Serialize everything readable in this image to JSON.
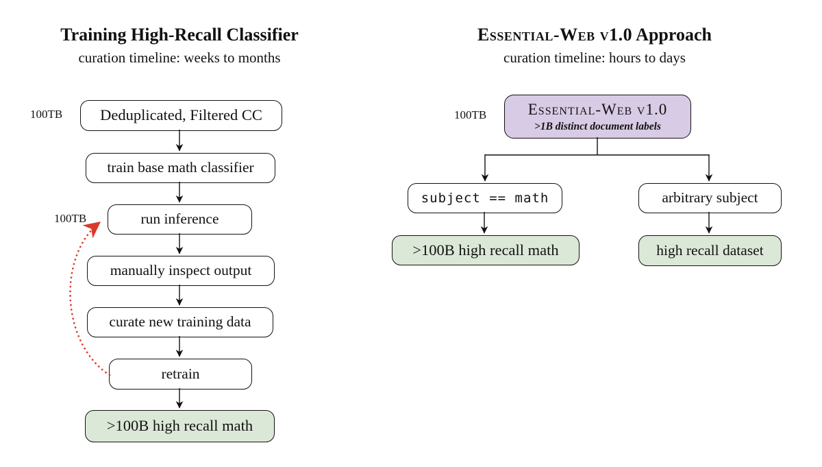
{
  "colors": {
    "background": "#ffffff",
    "text": "#111111",
    "box_border": "#111111",
    "green_fill": "#dce8d7",
    "purple_fill": "#d8cbe5",
    "red_loop": "#d93a2b"
  },
  "left": {
    "title": "Training High-Recall Classifier",
    "subtitle": "curation timeline: weeks to months",
    "source_size_label": "100TB",
    "inference_size_label": "100TB",
    "nodes": [
      {
        "label": "Deduplicated, Filtered CC"
      },
      {
        "label": "train base math classifier"
      },
      {
        "label": "run inference"
      },
      {
        "label": "manually inspect output"
      },
      {
        "label": "curate new training data"
      },
      {
        "label": "retrain"
      }
    ],
    "result": {
      "label": ">100B high recall math"
    },
    "loop_arrow": "retrain-to-run-inference"
  },
  "right": {
    "title_brand": "Essential-Web v1.0",
    "title_rest": " Approach",
    "subtitle": "curation timeline: hours to days",
    "source_size_label": "100TB",
    "root": {
      "title": "Essential-Web v1.0",
      "subtitle": ">1B distinct document labels"
    },
    "branches": [
      {
        "condition": "subject == math",
        "result": ">100B high recall math"
      },
      {
        "condition": "arbitrary subject",
        "result": "high recall dataset"
      }
    ]
  }
}
